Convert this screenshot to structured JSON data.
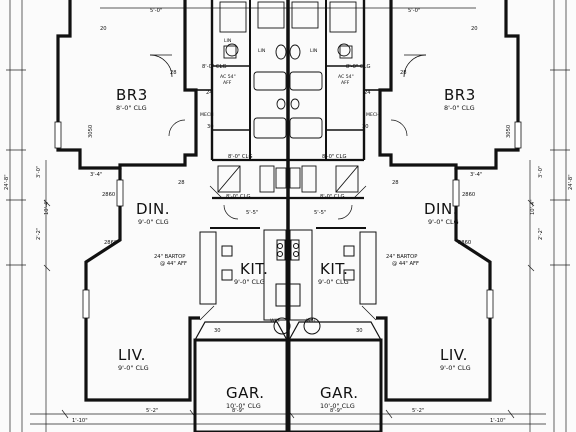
{
  "rooms": {
    "br3_left": {
      "name": "BR3",
      "ceiling": "8'-0\" CLG"
    },
    "br3_right": {
      "name": "BR3",
      "ceiling": "8'-0\" CLG"
    },
    "din_left": {
      "name": "DIN.",
      "ceiling": "9'-0\" CLG"
    },
    "din_right": {
      "name": "DIN.",
      "ceiling": "9'-0\" CLG"
    },
    "kit_left": {
      "name": "KIT.",
      "ceiling": "9'-0\" CLG"
    },
    "kit_right": {
      "name": "KIT.",
      "ceiling": "9'-0\" CLG"
    },
    "liv_left": {
      "name": "LIV.",
      "ceiling": "9'-0\" CLG"
    },
    "liv_right": {
      "name": "LIV.",
      "ceiling": "9'-0\" CLG"
    },
    "gar_left": {
      "name": "GAR.",
      "ceiling": "10'-0\" CLG"
    },
    "gar_right": {
      "name": "GAR.",
      "ceiling": "10'-0\" CLG"
    }
  },
  "hall_ceilings": {
    "upper_left": "8'-0\" CLG",
    "upper_right": "8'-0\" CLG",
    "mid_left": "8'-0\" CLG",
    "mid_right": "8'-0\" CLG",
    "lower_left": "8'-0\" CLG",
    "lower_right": "8'-0\" CLG"
  },
  "bartop": {
    "left": "24\" BARTOP",
    "left_sub": "@ 44\" AFF",
    "right": "24\" BARTOP",
    "right_sub": "@ 44\" AFF"
  },
  "tags": {
    "lin": "LIN",
    "ac_left": "AC 54\"",
    "ac_left_sub": "AFF",
    "ac_right": "AC 54\"",
    "ac_right_sub": "AFF",
    "lin_small_left": "LIN",
    "lin_small_right": "LIN",
    "mech_left": "MECH",
    "mech_right": "MECH",
    "wh_left": "W/H",
    "wh_right": "W/H"
  },
  "windows": {
    "br_left": "3050",
    "br_right": "3050",
    "din_left": "2860",
    "din_right": "2860",
    "liv_left": "2860",
    "liv_right": "2860"
  },
  "dimensions": {
    "d_20a": "20",
    "d_20b": "20",
    "d_28a": "28",
    "d_28b": "28",
    "d_28c": "28",
    "d_28d": "28",
    "d_24a": "24",
    "d_24b": "24",
    "d_30a": "30",
    "d_30b": "30",
    "d_30c": "30",
    "d_30d": "30",
    "d_5_0a": "5'-0\"",
    "d_5_0b": "5'-0\"",
    "d_5_5a": "5'-5\"",
    "d_5_5b": "5'-5\"",
    "d_3_4a": "3'-4\"",
    "d_3_4b": "3'-4\"",
    "d_3_0a": "3'-0\"",
    "d_3_0b": "3'-0\"",
    "d_2_2a": "2'-2\"",
    "d_2_2b": "2'-2\"",
    "d_10_4a": "10'-4\"",
    "d_10_4b": "10'-4\"",
    "d_24_8a": "24'-8\"",
    "d_24_8b": "24'-8\"",
    "d_5_2a": "5'-2\"",
    "d_5_2b": "5'-2\"",
    "d_8_9a": "8'-9\"",
    "d_8_9b": "8'-9\"",
    "d_1_10a": "1'-10\"",
    "d_1_10b": "1'-10\""
  }
}
